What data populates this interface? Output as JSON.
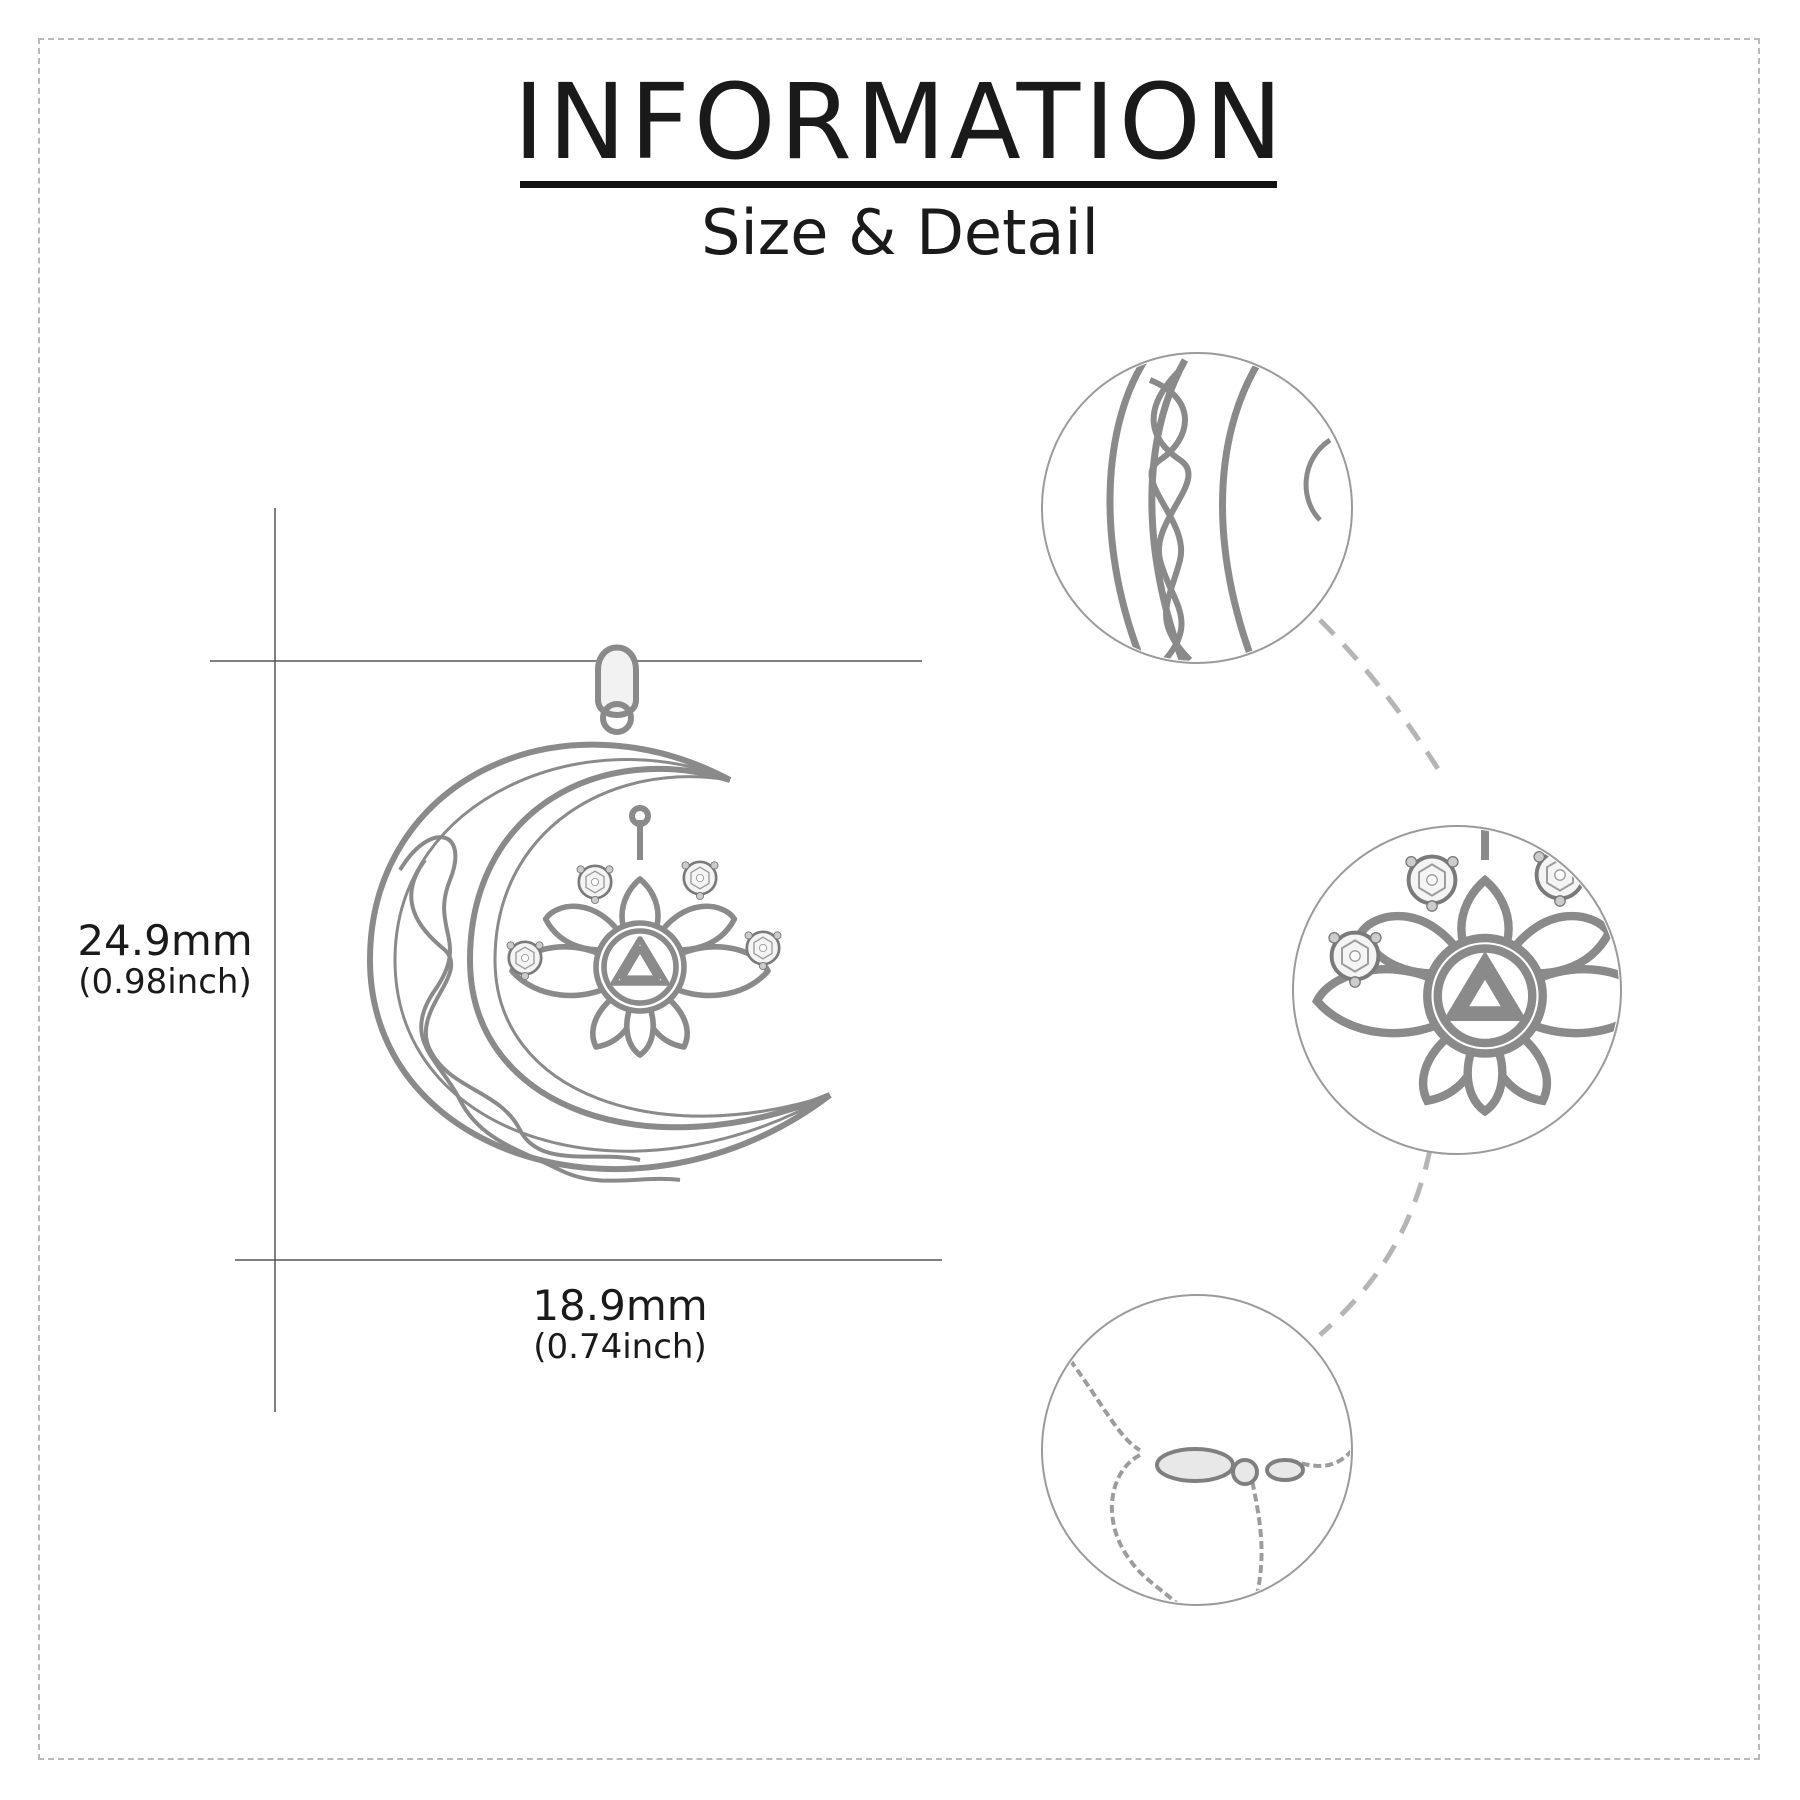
{
  "header": {
    "title": "INFORMATION",
    "subtitle": "Size & Detail"
  },
  "dimensions": {
    "height_main": "24.9mm",
    "height_sub": "(0.98inch)",
    "width_main": "18.9mm",
    "width_sub": "(0.74inch)"
  },
  "product": {
    "main_image": "crescent-moon-lotus-pendant",
    "details": [
      "moon-infinity-braid-closeup",
      "lotus-triangle-closeup",
      "chain-clasp-closeup"
    ]
  },
  "colors": {
    "frame_dash": "#b9b9b9",
    "text": "#1a1a1a",
    "silver": "#8a8a8a",
    "connector": "#b5b5b5"
  }
}
